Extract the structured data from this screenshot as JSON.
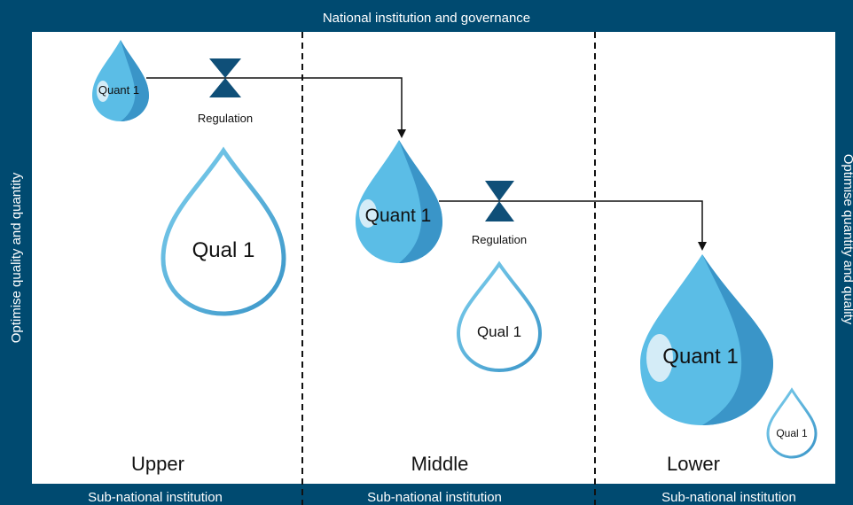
{
  "frame": {
    "top": "National institution and governance",
    "left": "Optimise quality and quantity",
    "right": "Optimise quantity and quality",
    "bottom": [
      "Sub-national institution",
      "Sub-national institution",
      "Sub-national institution"
    ]
  },
  "regions": [
    "Upper",
    "Middle",
    "Lower"
  ],
  "drops": {
    "quant_upper": "Quant 1",
    "qual_upper": "Qual 1",
    "quant_middle": "Quant 1",
    "qual_middle": "Qual 1",
    "quant_lower": "Quant 1",
    "qual_lower": "Qual 1"
  },
  "valves": [
    "Regulation",
    "Regulation"
  ],
  "colors": {
    "frame": "#004a70",
    "drop_fill": "#5bbde6",
    "drop_shade": "#3a95c8",
    "drop_highlight": "#d4ecf7",
    "valve": "#0f4f78"
  }
}
